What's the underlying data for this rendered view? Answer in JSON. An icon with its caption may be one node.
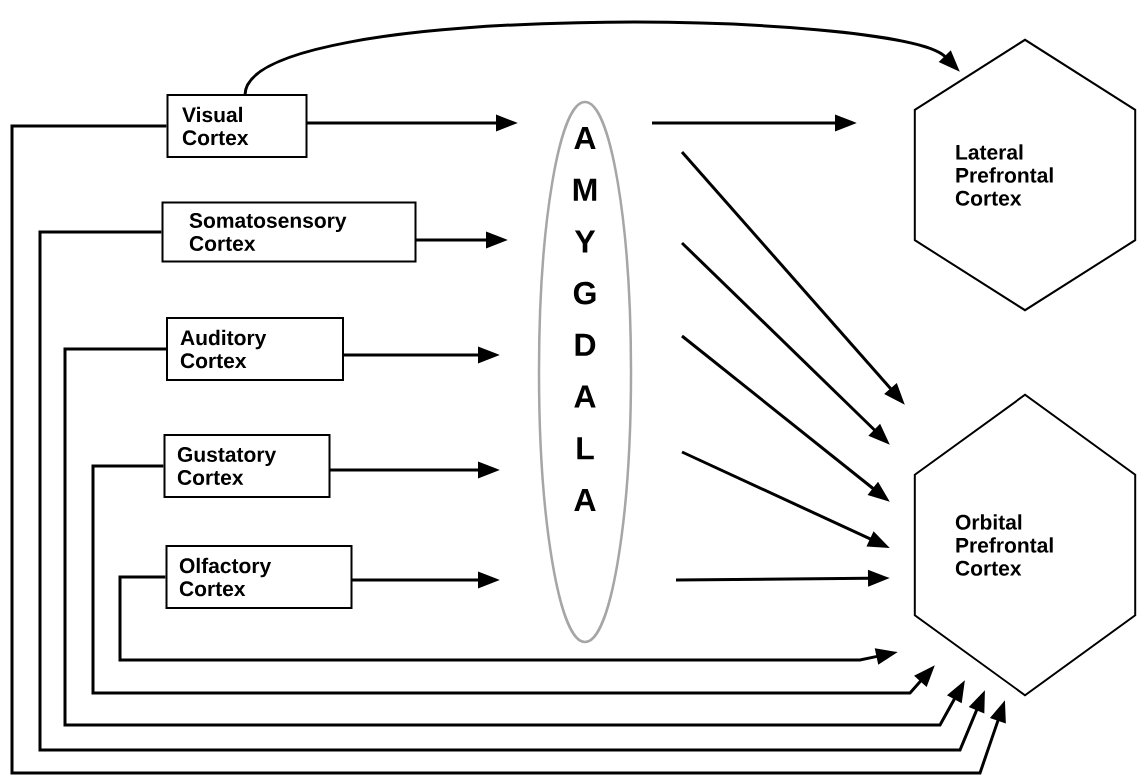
{
  "diagram": {
    "nodes": [
      {
        "text": [
          "Visual Cortex"
        ]
      },
      {
        "text": [
          "Somatosensory Cortex"
        ]
      },
      {
        "text": [
          "Auditory Cortex"
        ]
      },
      {
        "text": [
          "Gustatory Cortex"
        ]
      },
      {
        "text": [
          "Olfactory Cortex"
        ]
      },
      {
        "text": [
          "A M Y G D A L A"
        ]
      },
      {
        "text": [
          "Lateral Prefrontal Cortex"
        ]
      },
      {
        "text": [
          "Orbital Prefrontal Cortex"
        ]
      }
    ],
    "edges": [
      {
        "from": 0,
        "to": 6,
        "arrow": "to"
      },
      {
        "from": 0,
        "to": 5,
        "arrow": "to"
      },
      {
        "from": 1,
        "to": 5,
        "arrow": "to"
      },
      {
        "from": 2,
        "to": 5,
        "arrow": "to"
      },
      {
        "from": 3,
        "to": 5,
        "arrow": "to"
      },
      {
        "from": 4,
        "to": 5,
        "arrow": "to"
      },
      {
        "from": 5,
        "to": 6,
        "arrow": "to"
      },
      {
        "from": 5,
        "to": 7,
        "arrow": "to"
      },
      {
        "from": 5,
        "to": 7,
        "arrow": "to"
      },
      {
        "from": 5,
        "to": 7,
        "arrow": "to"
      },
      {
        "from": 5,
        "to": 7,
        "arrow": "to"
      },
      {
        "from": 5,
        "to": 7,
        "arrow": "to"
      },
      {
        "from": 0,
        "to": 7,
        "arrow": "to"
      },
      {
        "from": 1,
        "to": 7,
        "arrow": "to"
      },
      {
        "from": 2,
        "to": 7,
        "arrow": "to"
      },
      {
        "from": 3,
        "to": 7,
        "arrow": "to"
      },
      {
        "from": 4,
        "to": 7,
        "arrow": "to"
      }
    ]
  }
}
